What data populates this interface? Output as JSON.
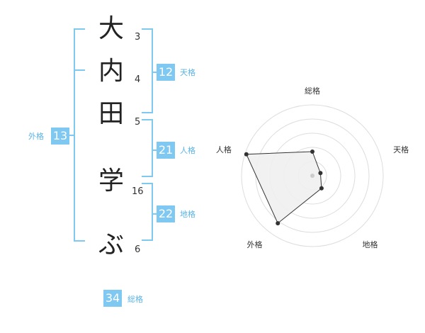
{
  "name": {
    "chars": [
      "大",
      "内",
      "田",
      "学",
      "ぶ"
    ],
    "strokes": [
      "3",
      "4",
      "5",
      "16",
      "6"
    ]
  },
  "fortune": {
    "tenkaku": {
      "value": "12",
      "label": "天格"
    },
    "jinkaku": {
      "value": "21",
      "label": "人格"
    },
    "chikaku": {
      "value": "22",
      "label": "地格"
    },
    "gaikaku": {
      "value": "13",
      "label": "外格"
    },
    "soukaku": {
      "value": "34",
      "label": "総格"
    }
  },
  "chart_data": {
    "type": "radar",
    "axes": [
      "総格",
      "天格",
      "地格",
      "外格",
      "人格"
    ],
    "values": [
      0.34,
      0.12,
      0.22,
      0.83,
      0.98
    ],
    "rings": 5,
    "colors": {
      "fill": "#efefef",
      "line": "#333333",
      "ring": "#dddddd",
      "point": "#333333"
    }
  },
  "colors": {
    "accent": "#7fc8f1"
  }
}
